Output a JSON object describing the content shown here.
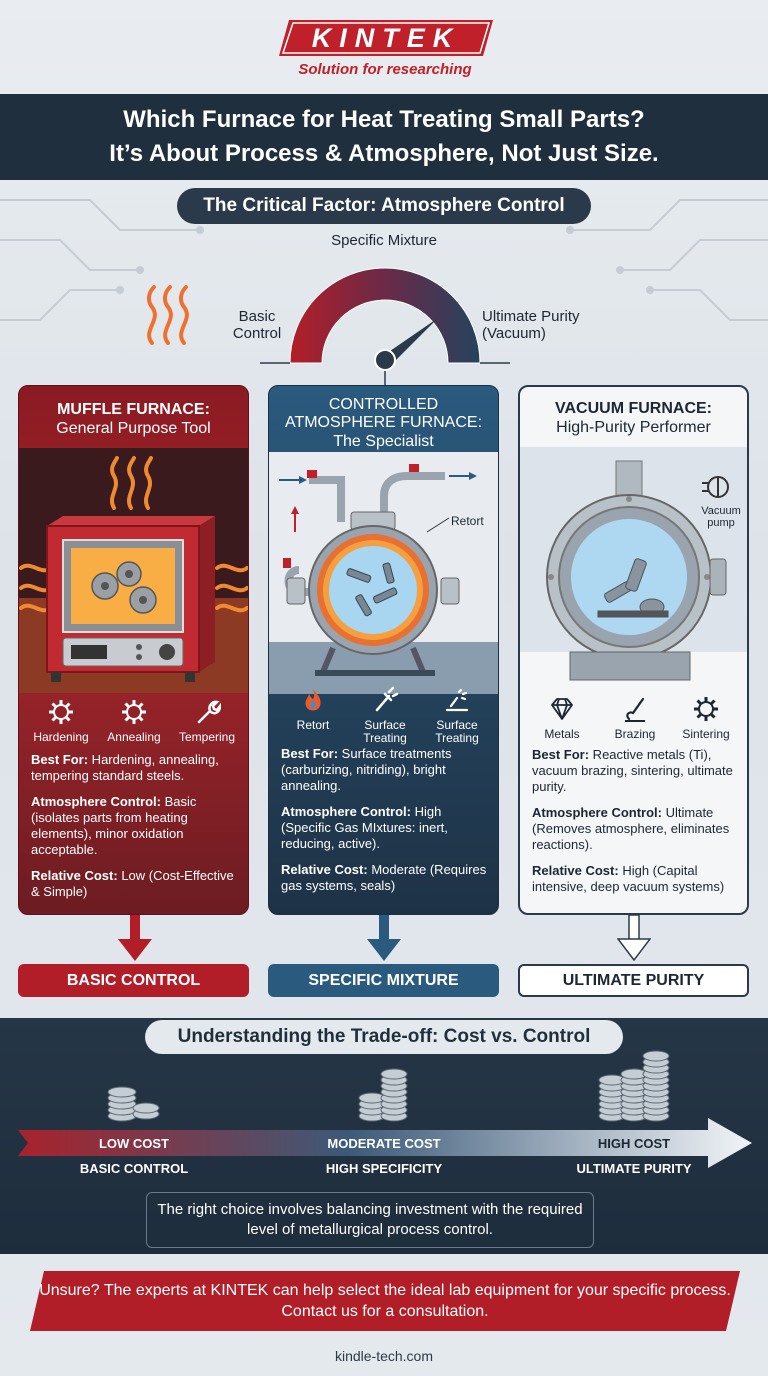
{
  "brand": {
    "name": "KINTEK",
    "tagline": "Solution for researching",
    "red": "#c0202a",
    "navy": "#1f2f3e",
    "blue": "#2a5a7e"
  },
  "header": {
    "line1": "Which Furnace for Heat Treating Small Parts?",
    "line2": "It’s About Process & Atmosphere, Not Just Size."
  },
  "critical_factor": "The Critical Factor: Atmosphere Control",
  "gauge": {
    "left": "Basic Control",
    "top": "Specific Mixture",
    "right": "Ultimate Purity (Vacuum)"
  },
  "cards": [
    {
      "title_line1": "MUFFLE FURNACE:",
      "title_line2": "General Purpose Tool",
      "features": [
        "Hardening",
        "Annealing",
        "Tempering"
      ],
      "best_for_label": "Best For:",
      "best_for": " Hardening, annealing, tempering standard steels.",
      "atmosphere_label": "Atmosphere Control:",
      "atmosphere": " Basic (isolates parts from heating elements), minor oxidation acceptable.",
      "cost_label": "Relative Cost:",
      "cost": " Low (Cost-Effective & Simple)",
      "bottom": "BASIC CONTROL"
    },
    {
      "title_line1": "CONTROLLED",
      "title_line2": "ATMOSPHERE FURNACE:",
      "title_line3": "The Specialist",
      "retort_label": "Retort",
      "features": [
        "Retort",
        "Surface Treating",
        "Surface Treating"
      ],
      "best_for_label": "Best For:",
      "best_for": " Surface treatments (carburizing, nitriding), bright annealing.",
      "atmosphere_label": "Atmosphere Control:",
      "atmosphere": " High (Specific Gas MIxtures: inert, reducing, active).",
      "cost_label": "Relative Cost:",
      "cost": " Moderate (Requires gas systems, seals)",
      "bottom": "SPECIFIC MIXTURE"
    },
    {
      "title_line1": "VACUUM FURNACE:",
      "title_line2": "High-Purity Performer",
      "pump_label": "Vacuum pump",
      "features": [
        "Metals",
        "Brazing",
        "Sintering"
      ],
      "best_for_label": "Best For:",
      "best_for": " Reactive metals (Ti), vacuum brazing, sintering, ultimate purity.",
      "atmosphere_label": "Atmosphere Control:",
      "atmosphere": " Ultimate (Removes atmosphere, eliminates reactions).",
      "cost_label": "Relative Cost:",
      "cost": " High (Capital intensive, deep vacuum systems)",
      "bottom": "ULTIMATE PURITY"
    }
  ],
  "tradeoff": {
    "title": "Understanding the Trade-off: Cost vs. Control",
    "levels": [
      {
        "cost": "LOW COST",
        "control": "BASIC CONTROL"
      },
      {
        "cost": "MODERATE COST",
        "control": "HIGH SPECIFICITY"
      },
      {
        "cost": "HIGH COST",
        "control": "ULTIMATE PURITY"
      }
    ],
    "summary": "The right choice involves balancing investment with the required level of metallurgical process control."
  },
  "cta": "Unsure? The experts at KINTEK can help select the ideal lab equipment for your specific process. Contact us for a consultation.",
  "footer": "kindle-tech.com"
}
